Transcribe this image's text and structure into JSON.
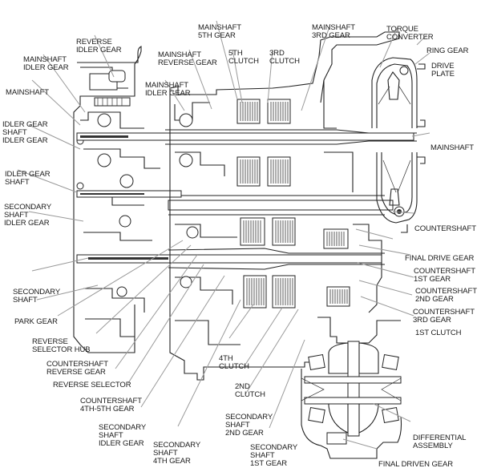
{
  "diagram": {
    "subject": "Automatic transmission cross-section",
    "labels": [
      {
        "id": "reverse-idler-gear",
        "lines": [
          "REVERSE",
          "IDLER GEAR"
        ]
      },
      {
        "id": "mainshaft-idler-gear-left",
        "lines": [
          "MAINSHAFT",
          "IDLER GEAR"
        ]
      },
      {
        "id": "mainshaft-left",
        "lines": [
          "MAINSHAFT"
        ]
      },
      {
        "id": "idler-gear-shaft-idler-gear",
        "lines": [
          "IDLER GEAR",
          "SHAFT",
          "IDLER GEAR"
        ]
      },
      {
        "id": "idler-gear-shaft",
        "lines": [
          "IDLER GEAR",
          "SHAFT"
        ]
      },
      {
        "id": "secondary-shaft-idler-gear-left",
        "lines": [
          "SECONDARY",
          "SHAFT",
          "IDLER GEAR"
        ]
      },
      {
        "id": "secondary-shaft",
        "lines": [
          "SECONDARY",
          "SHAFT"
        ]
      },
      {
        "id": "park-gear",
        "lines": [
          "PARK GEAR"
        ]
      },
      {
        "id": "reverse-selector-hub",
        "lines": [
          "REVERSE",
          "SELECTOR HUB"
        ]
      },
      {
        "id": "countershaft-reverse-gear",
        "lines": [
          "COUNTERSHAFT",
          "REVERSE GEAR"
        ]
      },
      {
        "id": "reverse-selector",
        "lines": [
          "REVERSE SELECTOR"
        ]
      },
      {
        "id": "countershaft-4th-5th-gear",
        "lines": [
          "COUNTERSHAFT",
          "4TH-5TH GEAR"
        ]
      },
      {
        "id": "secondary-shaft-idler-gear-bottom",
        "lines": [
          "SECONDARY",
          "SHAFT",
          "IDLER GEAR"
        ]
      },
      {
        "id": "secondary-shaft-4th-gear",
        "lines": [
          "SECONDARY",
          "SHAFT",
          "4TH GEAR"
        ]
      },
      {
        "id": "4th-clutch",
        "lines": [
          "4TH",
          "CLUTCH"
        ]
      },
      {
        "id": "2nd-clutch",
        "lines": [
          "2ND",
          "CLUTCH"
        ]
      },
      {
        "id": "secondary-shaft-2nd-gear",
        "lines": [
          "SECONDARY",
          "SHAFT",
          "2ND GEAR"
        ]
      },
      {
        "id": "secondary-shaft-1st-gear",
        "lines": [
          "SECONDARY",
          "SHAFT",
          "1ST GEAR"
        ]
      },
      {
        "id": "final-driven-gear",
        "lines": [
          "FINAL DRIVEN GEAR"
        ]
      },
      {
        "id": "differential-assembly",
        "lines": [
          "DIFFERENTIAL",
          "ASSEMBLY"
        ]
      },
      {
        "id": "1st-clutch",
        "lines": [
          "1ST CLUTCH"
        ]
      },
      {
        "id": "countershaft-3rd-gear",
        "lines": [
          "COUNTERSHAFT",
          "3RD GEAR"
        ]
      },
      {
        "id": "countershaft-2nd-gear",
        "lines": [
          "COUNTERSHAFT",
          "2ND GEAR"
        ]
      },
      {
        "id": "countershaft-1st-gear",
        "lines": [
          "COUNTERSHAFT",
          "1ST GEAR"
        ]
      },
      {
        "id": "final-drive-gear",
        "lines": [
          "FINAL DRIVE GEAR"
        ]
      },
      {
        "id": "countershaft",
        "lines": [
          "COUNTERSHAFT"
        ]
      },
      {
        "id": "mainshaft-right",
        "lines": [
          "MAINSHAFT"
        ]
      },
      {
        "id": "drive-plate",
        "lines": [
          "DRIVE",
          "PLATE"
        ]
      },
      {
        "id": "ring-gear",
        "lines": [
          "RING GEAR"
        ]
      },
      {
        "id": "torque-converter",
        "lines": [
          "TORQUE",
          "CONVERTER"
        ]
      },
      {
        "id": "mainshaft-3rd-gear",
        "lines": [
          "MAINSHAFT",
          "3RD GEAR"
        ]
      },
      {
        "id": "3rd-clutch",
        "lines": [
          "3RD",
          "CLUTCH"
        ]
      },
      {
        "id": "5th-clutch",
        "lines": [
          "5TH",
          "CLUTCH"
        ]
      },
      {
        "id": "mainshaft-5th-gear",
        "lines": [
          "MAINSHAFT",
          "5TH GEAR"
        ]
      },
      {
        "id": "mainshaft-reverse-gear",
        "lines": [
          "MAINSHAFT",
          "REVERSE GEAR"
        ]
      },
      {
        "id": "mainshaft-idler-gear-center",
        "lines": [
          "MAINSHAFT",
          "IDLER GEAR"
        ]
      }
    ]
  }
}
